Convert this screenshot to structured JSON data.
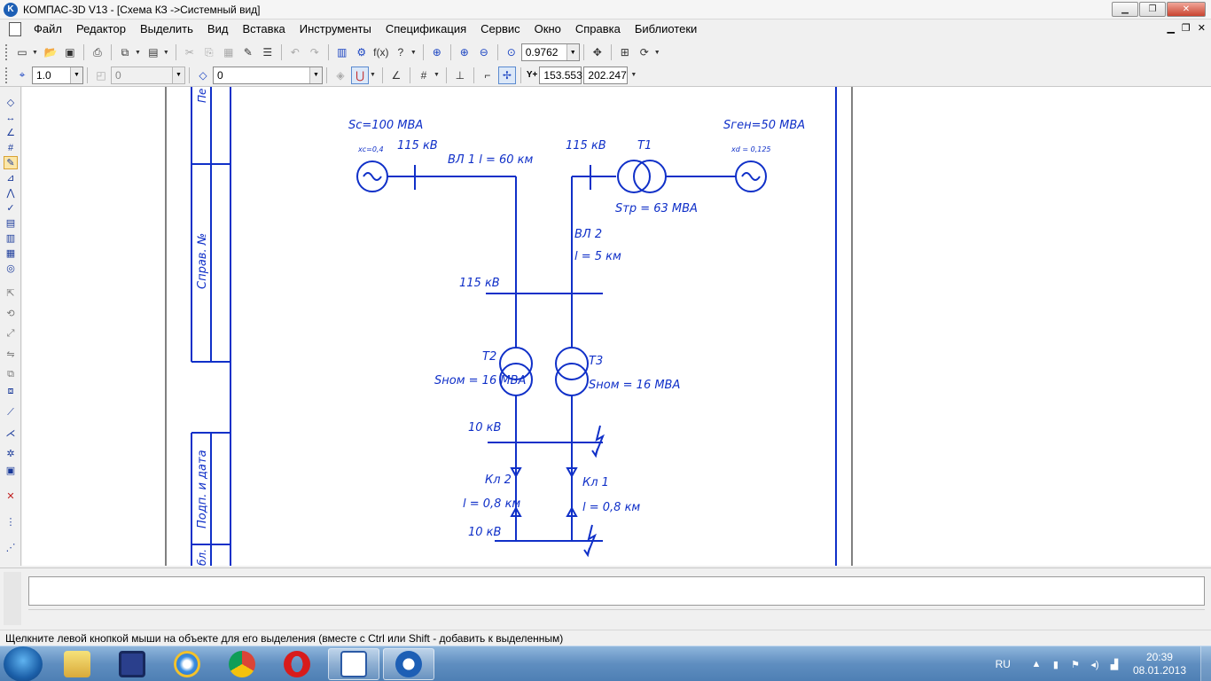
{
  "window": {
    "title": "КОМПАС-3D V13 - [Схема КЗ ->Системный вид]",
    "controls": [
      "minimize",
      "restore",
      "close"
    ],
    "logo_letter": "K"
  },
  "menu": {
    "items": [
      "Файл",
      "Редактор",
      "Выделить",
      "Вид",
      "Вставка",
      "Инструменты",
      "Спецификация",
      "Сервис",
      "Окно",
      "Справка",
      "Библиотеки"
    ]
  },
  "toolbar1": {
    "zoom_value": "0.9762"
  },
  "toolbar2": {
    "line_scale": "1.0",
    "layer_value": "0",
    "style_value": "0",
    "coord_x": "153.553",
    "coord_y": "202.247",
    "coord_label": "Y+"
  },
  "drawing": {
    "stamp_labels": {
      "ref_no": "Справ. №",
      "sign_date": "Подп. и дата",
      "top_partial": "Пе",
      "bottom_partial": "бл."
    },
    "source_label": "Sc=100 МВА",
    "source_x": "xc=0,4",
    "gen_label": "Sген=50 МВА",
    "gen_x": "xd = 0,125",
    "kv115_a": "115 кВ",
    "kv115_b": "115 кВ",
    "kv115_bus": "115 кВ",
    "line1": "ВЛ 1 l = 60 км",
    "line2_name": "ВЛ 2",
    "line2_len": "l = 5 км",
    "t1_name": "T1",
    "t1_rating": "Sтр = 63 МВА",
    "t2_name": "T2",
    "t2_rating": "Sном = 16 МВА",
    "t3_name": "T3",
    "t3_rating": "Sном = 16 МВА",
    "kv10_top": "10 кВ",
    "kv10_bottom": "10 кВ",
    "kl2_name": "Кл 2",
    "kl2_len": "l = 0,8 км",
    "kl1_name": "Кл 1",
    "kl1_len": "l = 0,8 км",
    "line_color": "#1030c8"
  },
  "status_line": "Щелкните левой кнопкой мыши на объекте для его выделения (вместе с Ctrl или Shift - добавить к выделенным)",
  "taskbar": {
    "apps": [
      "explorer",
      "save",
      "internet-explorer",
      "chrome",
      "opera",
      "word",
      "kompas"
    ],
    "language": "RU",
    "time": "20:39",
    "date": "08.01.2013"
  }
}
